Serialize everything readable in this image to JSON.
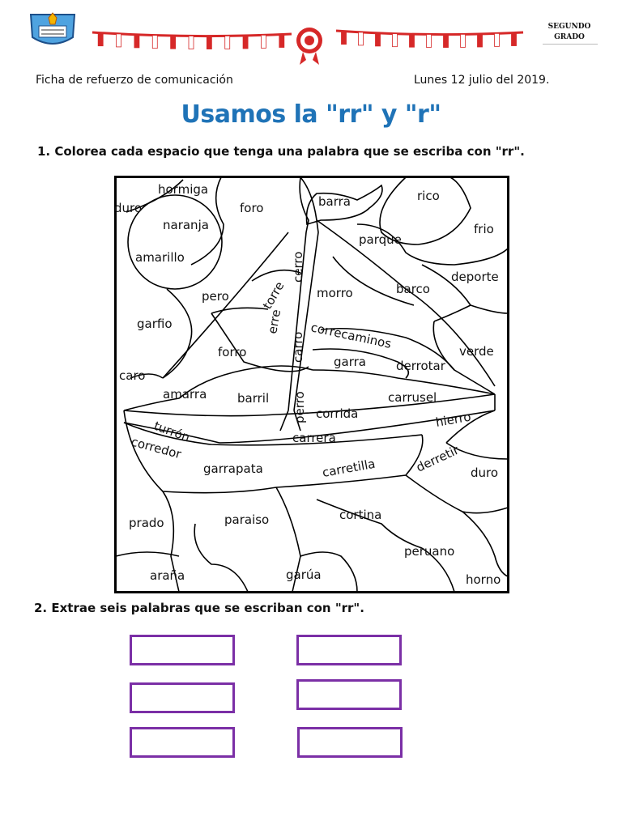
{
  "header": {
    "grade_line1": "SEGUNDO",
    "grade_line2": "GRADO",
    "subject": "Ficha de refuerzo de comunicación",
    "date": "Lunes 12 julio del 2019."
  },
  "title": "Usamos la \"rr\" y \"r\"",
  "question1": "1.  Colorea cada espacio que tenga una palabra que se escriba con \"rr\".",
  "question2": "2. Extrae seis palabras que se escriban con \"rr\".",
  "puzzle_words": [
    "hormiga",
    "duro",
    "naranja",
    "foro",
    "barra",
    "rico",
    "frio",
    "parque",
    "amarillo",
    "cerro",
    "deporte",
    "pero",
    "torre",
    "morro",
    "barco",
    "garfio",
    "erre",
    "carro",
    "correcaminos",
    "verde",
    "forro",
    "garra",
    "derrotar",
    "caro",
    "amarra",
    "barril",
    "perro",
    "carrusel",
    "corrida",
    "hierro",
    "turrón",
    "corredor",
    "carrera",
    "garrapata",
    "carretilla",
    "derretir",
    "duro",
    "prado",
    "paraiso",
    "cortina",
    "peruano",
    "araña",
    "garúa",
    "horno"
  ],
  "colors": {
    "title": "#1f73b7",
    "answer_box_border": "#7b2fa6",
    "flag_red": "#d62828"
  },
  "answer_boxes": 6
}
